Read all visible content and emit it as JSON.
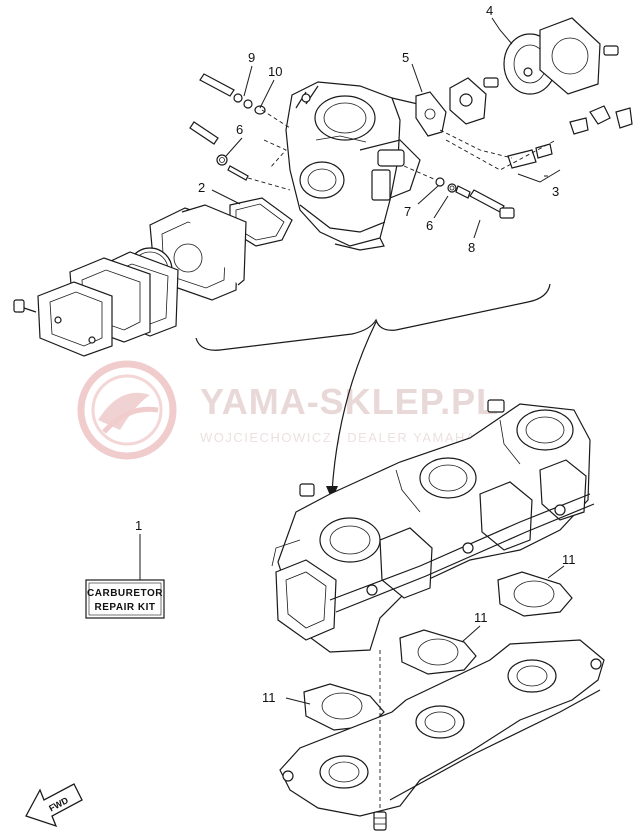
{
  "watermark": {
    "main_text": "YAMA-SKLEP.PL",
    "sub_text": "WOJCIECHOWICZ | DEALER YAMAHA",
    "color": "#e8c8c8"
  },
  "callouts": [
    {
      "id": "1",
      "label": "1"
    },
    {
      "id": "2",
      "label": "2"
    },
    {
      "id": "3",
      "label": "3"
    },
    {
      "id": "4",
      "label": "4"
    },
    {
      "id": "5",
      "label": "5"
    },
    {
      "id": "6a",
      "label": "6"
    },
    {
      "id": "6b",
      "label": "6"
    },
    {
      "id": "7",
      "label": "7"
    },
    {
      "id": "8",
      "label": "8"
    },
    {
      "id": "9",
      "label": "9"
    },
    {
      "id": "10",
      "label": "10"
    },
    {
      "id": "11a",
      "label": "11"
    },
    {
      "id": "11b",
      "label": "11"
    },
    {
      "id": "11c",
      "label": "11"
    }
  ],
  "kit_box": {
    "line1": "CARBURETOR",
    "line2": "REPAIR KIT"
  },
  "fwd_arrow": {
    "label": "FWD",
    "icon": "fwd-arrow-icon"
  }
}
